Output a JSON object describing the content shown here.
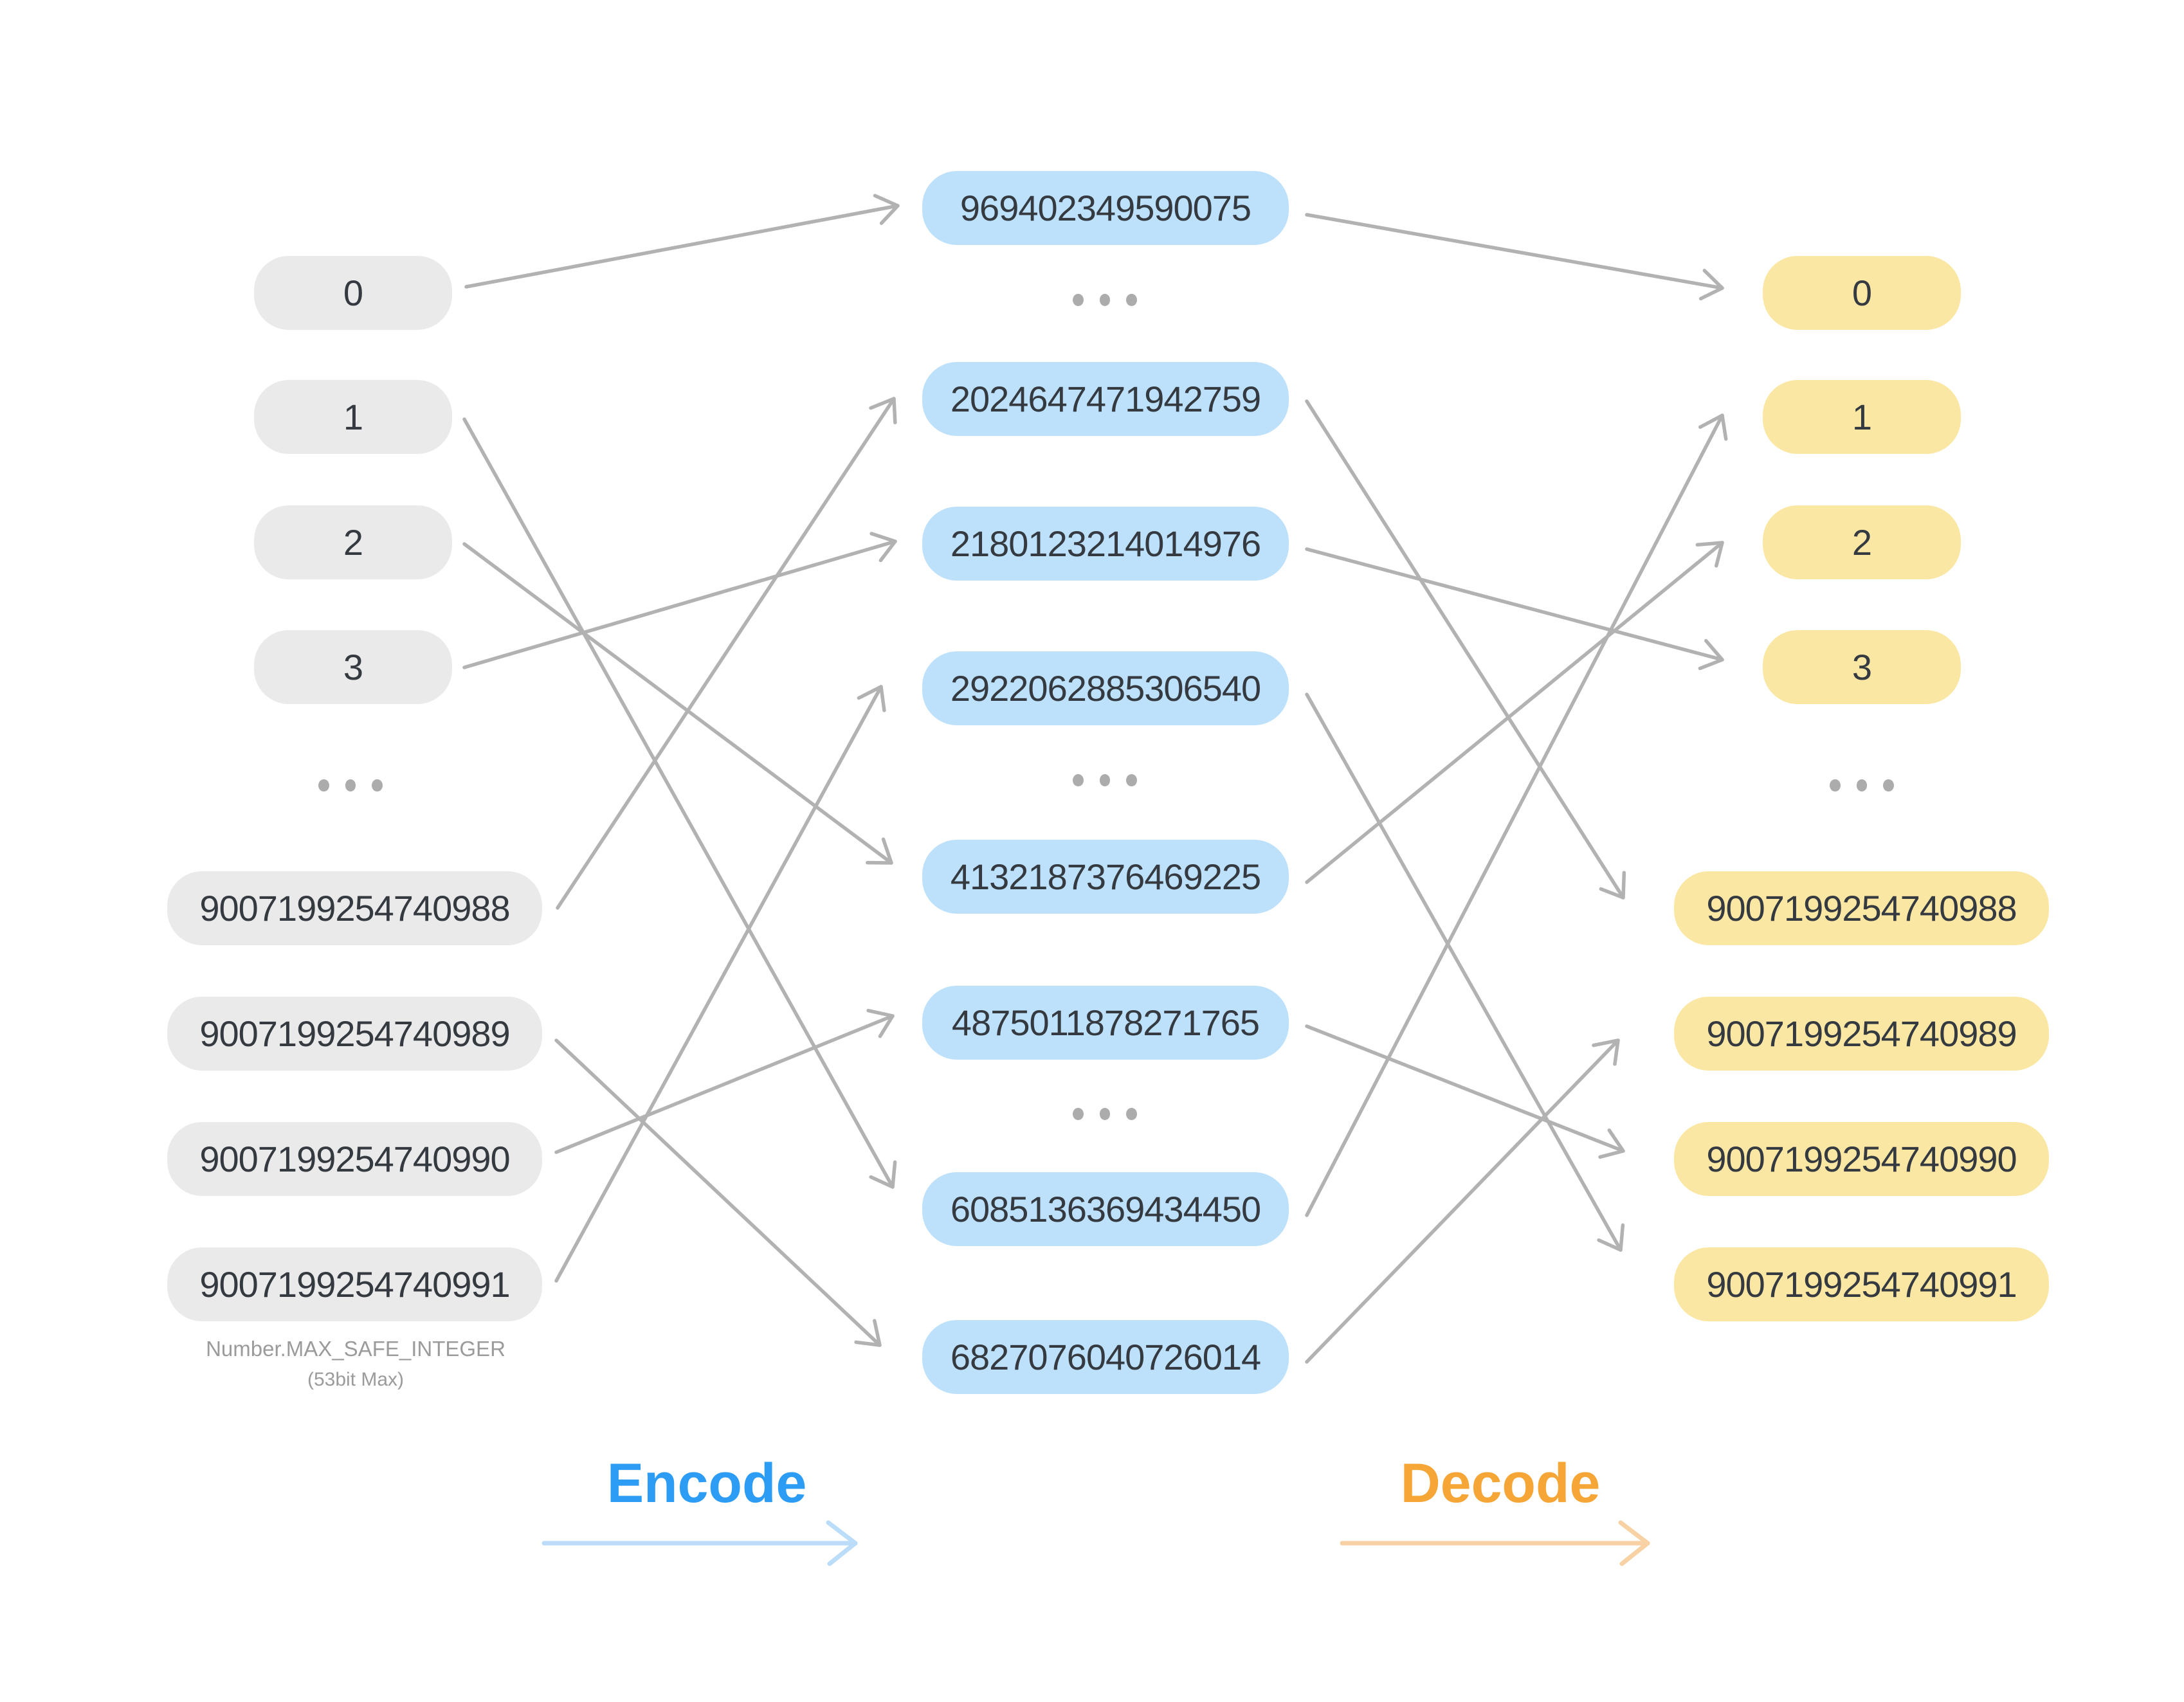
{
  "left": {
    "items": [
      "0",
      "1",
      "2",
      "3",
      "9007199254740988",
      "9007199254740989",
      "9007199254740990",
      "9007199254740991"
    ],
    "caption_line1": "Number.MAX_SAFE_INTEGER",
    "caption_line2": "(53bit Max)"
  },
  "middle": {
    "items": [
      "969402349590075",
      "2024647471942759",
      "2180123214014976",
      "2922062885306540",
      "4132187376469225",
      "4875011878271765",
      "6085136369434450",
      "6827076040726014"
    ]
  },
  "right": {
    "items": [
      "0",
      "1",
      "2",
      "3",
      "9007199254740988",
      "9007199254740989",
      "9007199254740990",
      "9007199254740991"
    ]
  },
  "labels": {
    "encode": "Encode",
    "decode": "Decode"
  },
  "mappings": {
    "encode": [
      {
        "from": "0",
        "to": "969402349590075"
      },
      {
        "from": "1",
        "to": "6085136369434450"
      },
      {
        "from": "2",
        "to": "4132187376469225"
      },
      {
        "from": "3",
        "to": "2180123214014976"
      },
      {
        "from": "9007199254740988",
        "to": "2024647471942759"
      },
      {
        "from": "9007199254740989",
        "to": "6827076040726014"
      },
      {
        "from": "9007199254740990",
        "to": "4875011878271765"
      },
      {
        "from": "9007199254740991",
        "to": "2922062885306540"
      }
    ],
    "decode": [
      {
        "from": "969402349590075",
        "to": "0"
      },
      {
        "from": "2024647471942759",
        "to": "9007199254740988"
      },
      {
        "from": "2180123214014976",
        "to": "3"
      },
      {
        "from": "2922062885306540",
        "to": "9007199254740991"
      },
      {
        "from": "4132187376469225",
        "to": "2"
      },
      {
        "from": "4875011878271765",
        "to": "9007199254740990"
      },
      {
        "from": "6085136369434450",
        "to": "1"
      },
      {
        "from": "6827076040726014",
        "to": "9007199254740989"
      }
    ]
  },
  "colors": {
    "input_pill": "#EAEAEA",
    "encoded_pill": "#BDE0FB",
    "output_pill": "#FBE7A4",
    "connector_arrow": "#B2B2B2",
    "encode_label": "#2D9CF5",
    "encode_arrow": "#BCDDF9",
    "decode_label": "#F6A637",
    "decode_arrow": "#F8D2A4",
    "number_text": "#343A40",
    "caption_text": "#9B9B9B"
  },
  "icons": {
    "ellipsis": "ellipsis-dots",
    "arrowhead": "chevron-arrowhead"
  }
}
